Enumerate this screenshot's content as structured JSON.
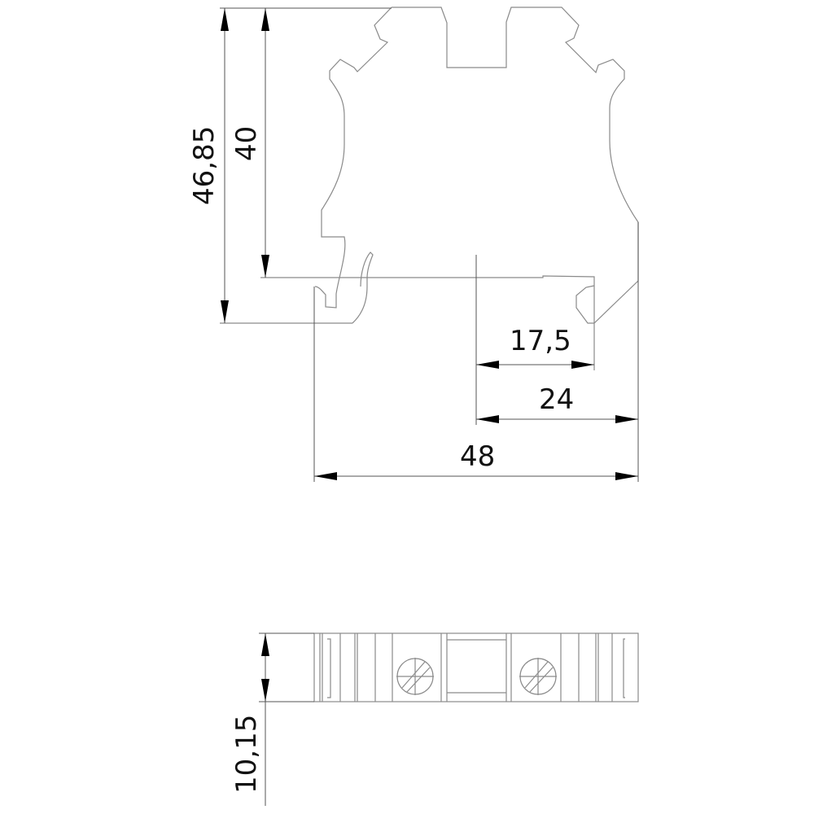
{
  "front_view": {
    "dimensions": {
      "total_height": "46,85",
      "height": "40",
      "half_rail_width": "17,5",
      "half_width": "24",
      "width": "48"
    }
  },
  "top_view": {
    "dimensions": {
      "thickness": "10,15"
    }
  }
}
